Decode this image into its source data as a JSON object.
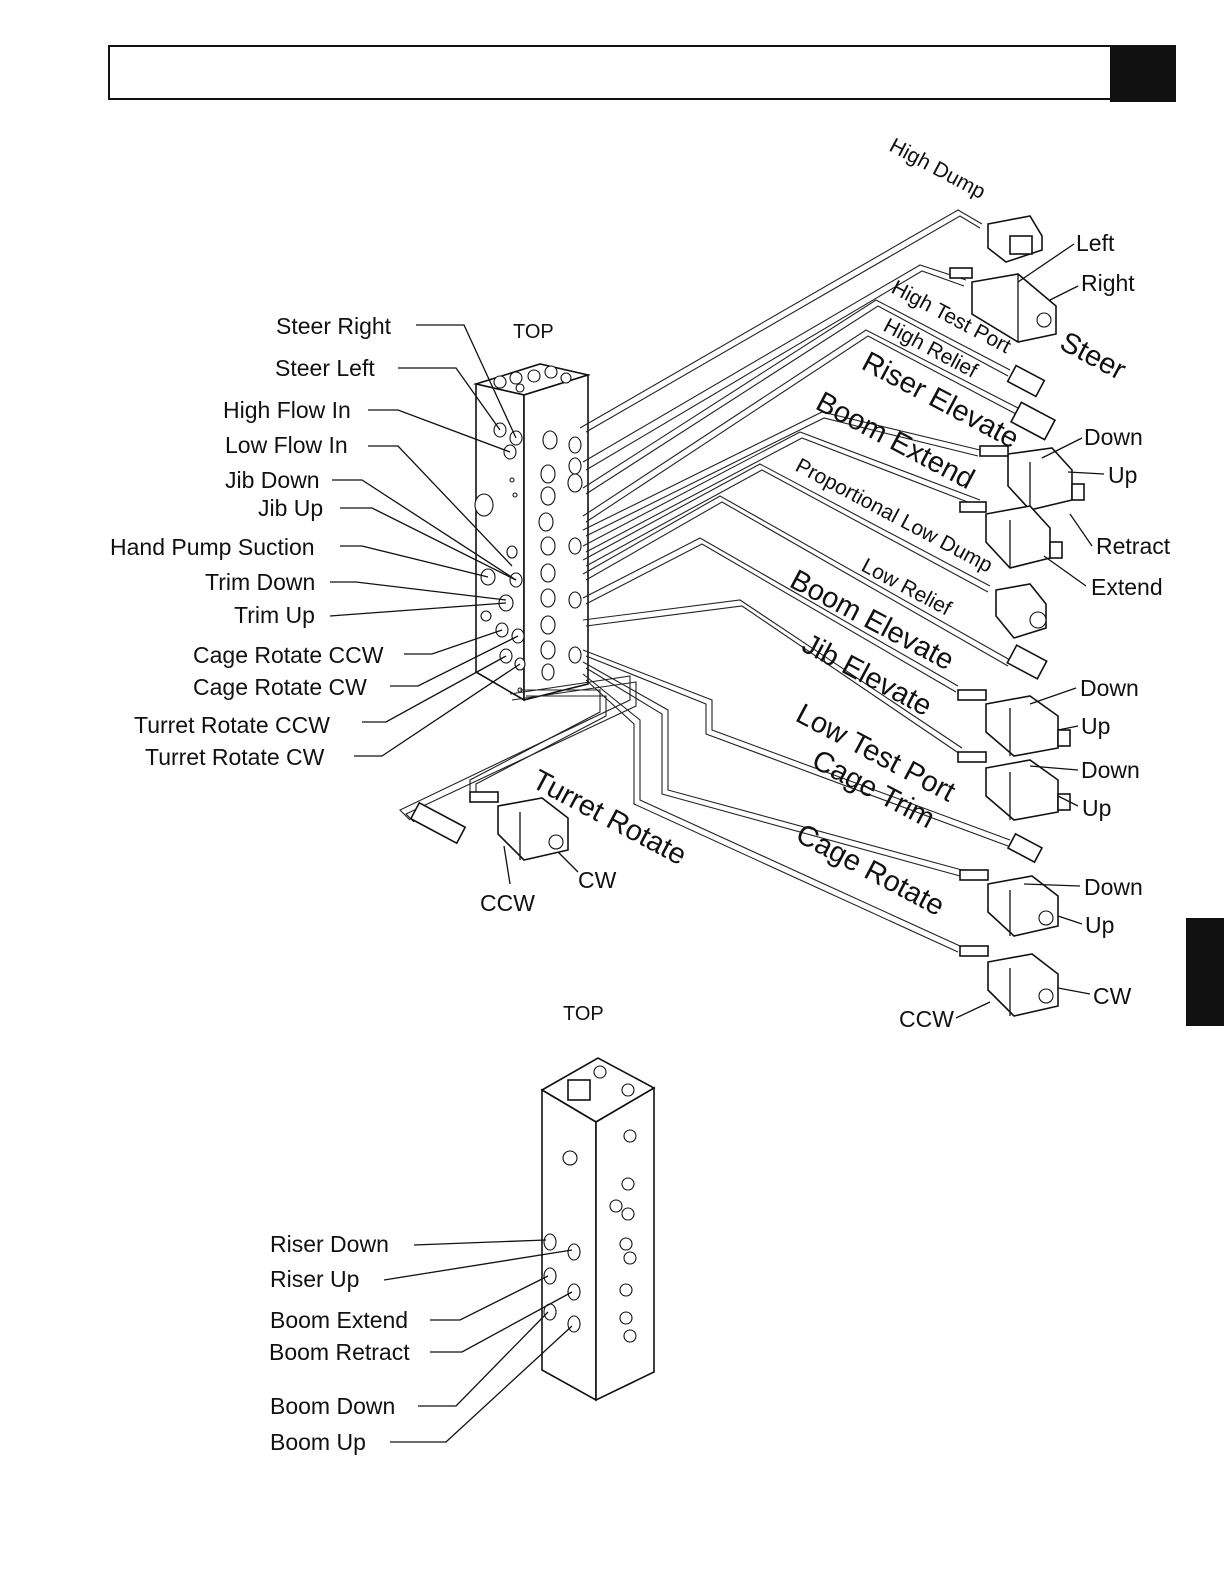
{
  "header": {
    "title": ""
  },
  "upper_manifold": {
    "top_label": "TOP",
    "left_labels": [
      "Steer Right",
      "Steer Left",
      "High Flow In",
      "Low Flow In",
      "Jib Down",
      "Jib Up",
      "Hand Pump Suction",
      "Trim Down",
      "Trim Up",
      "Cage Rotate CCW",
      "Cage Rotate CW",
      "Turret Rotate CCW",
      "Turret Rotate CW"
    ],
    "components": {
      "high_dump": "High Dump",
      "high_test_port": "High Test Port",
      "high_relief": "High Relief",
      "proportional_low_dump": "Proportional Low Dump",
      "low_relief": "Low Relief",
      "low_test_port": "Low Test Port"
    },
    "valve_groups": {
      "steer": {
        "title": "Steer",
        "a": "Left",
        "b": "Right"
      },
      "riser_elevate": {
        "title": "Riser Elevate",
        "a": "Down",
        "b": "Up"
      },
      "boom_extend": {
        "title": "Boom Extend",
        "a": "Retract",
        "b": "Extend"
      },
      "boom_elevate": {
        "title": "Boom Elevate",
        "a": "Down",
        "b": "Up"
      },
      "jib_elevate": {
        "title": "Jib Elevate",
        "a": "Down",
        "b": "Up"
      },
      "cage_trim": {
        "title": "Cage Trim",
        "a": "Down",
        "b": "Up"
      },
      "cage_rotate": {
        "title": "Cage Rotate",
        "a": "CCW",
        "b": "CW"
      },
      "turret_rotate": {
        "title": "Turret Rotate",
        "a": "CCW",
        "b": "CW"
      }
    }
  },
  "lower_manifold": {
    "top_label": "TOP",
    "labels": [
      "Riser Down",
      "Riser Up",
      "Boom Extend",
      "Boom Retract",
      "Boom Down",
      "Boom Up"
    ]
  }
}
